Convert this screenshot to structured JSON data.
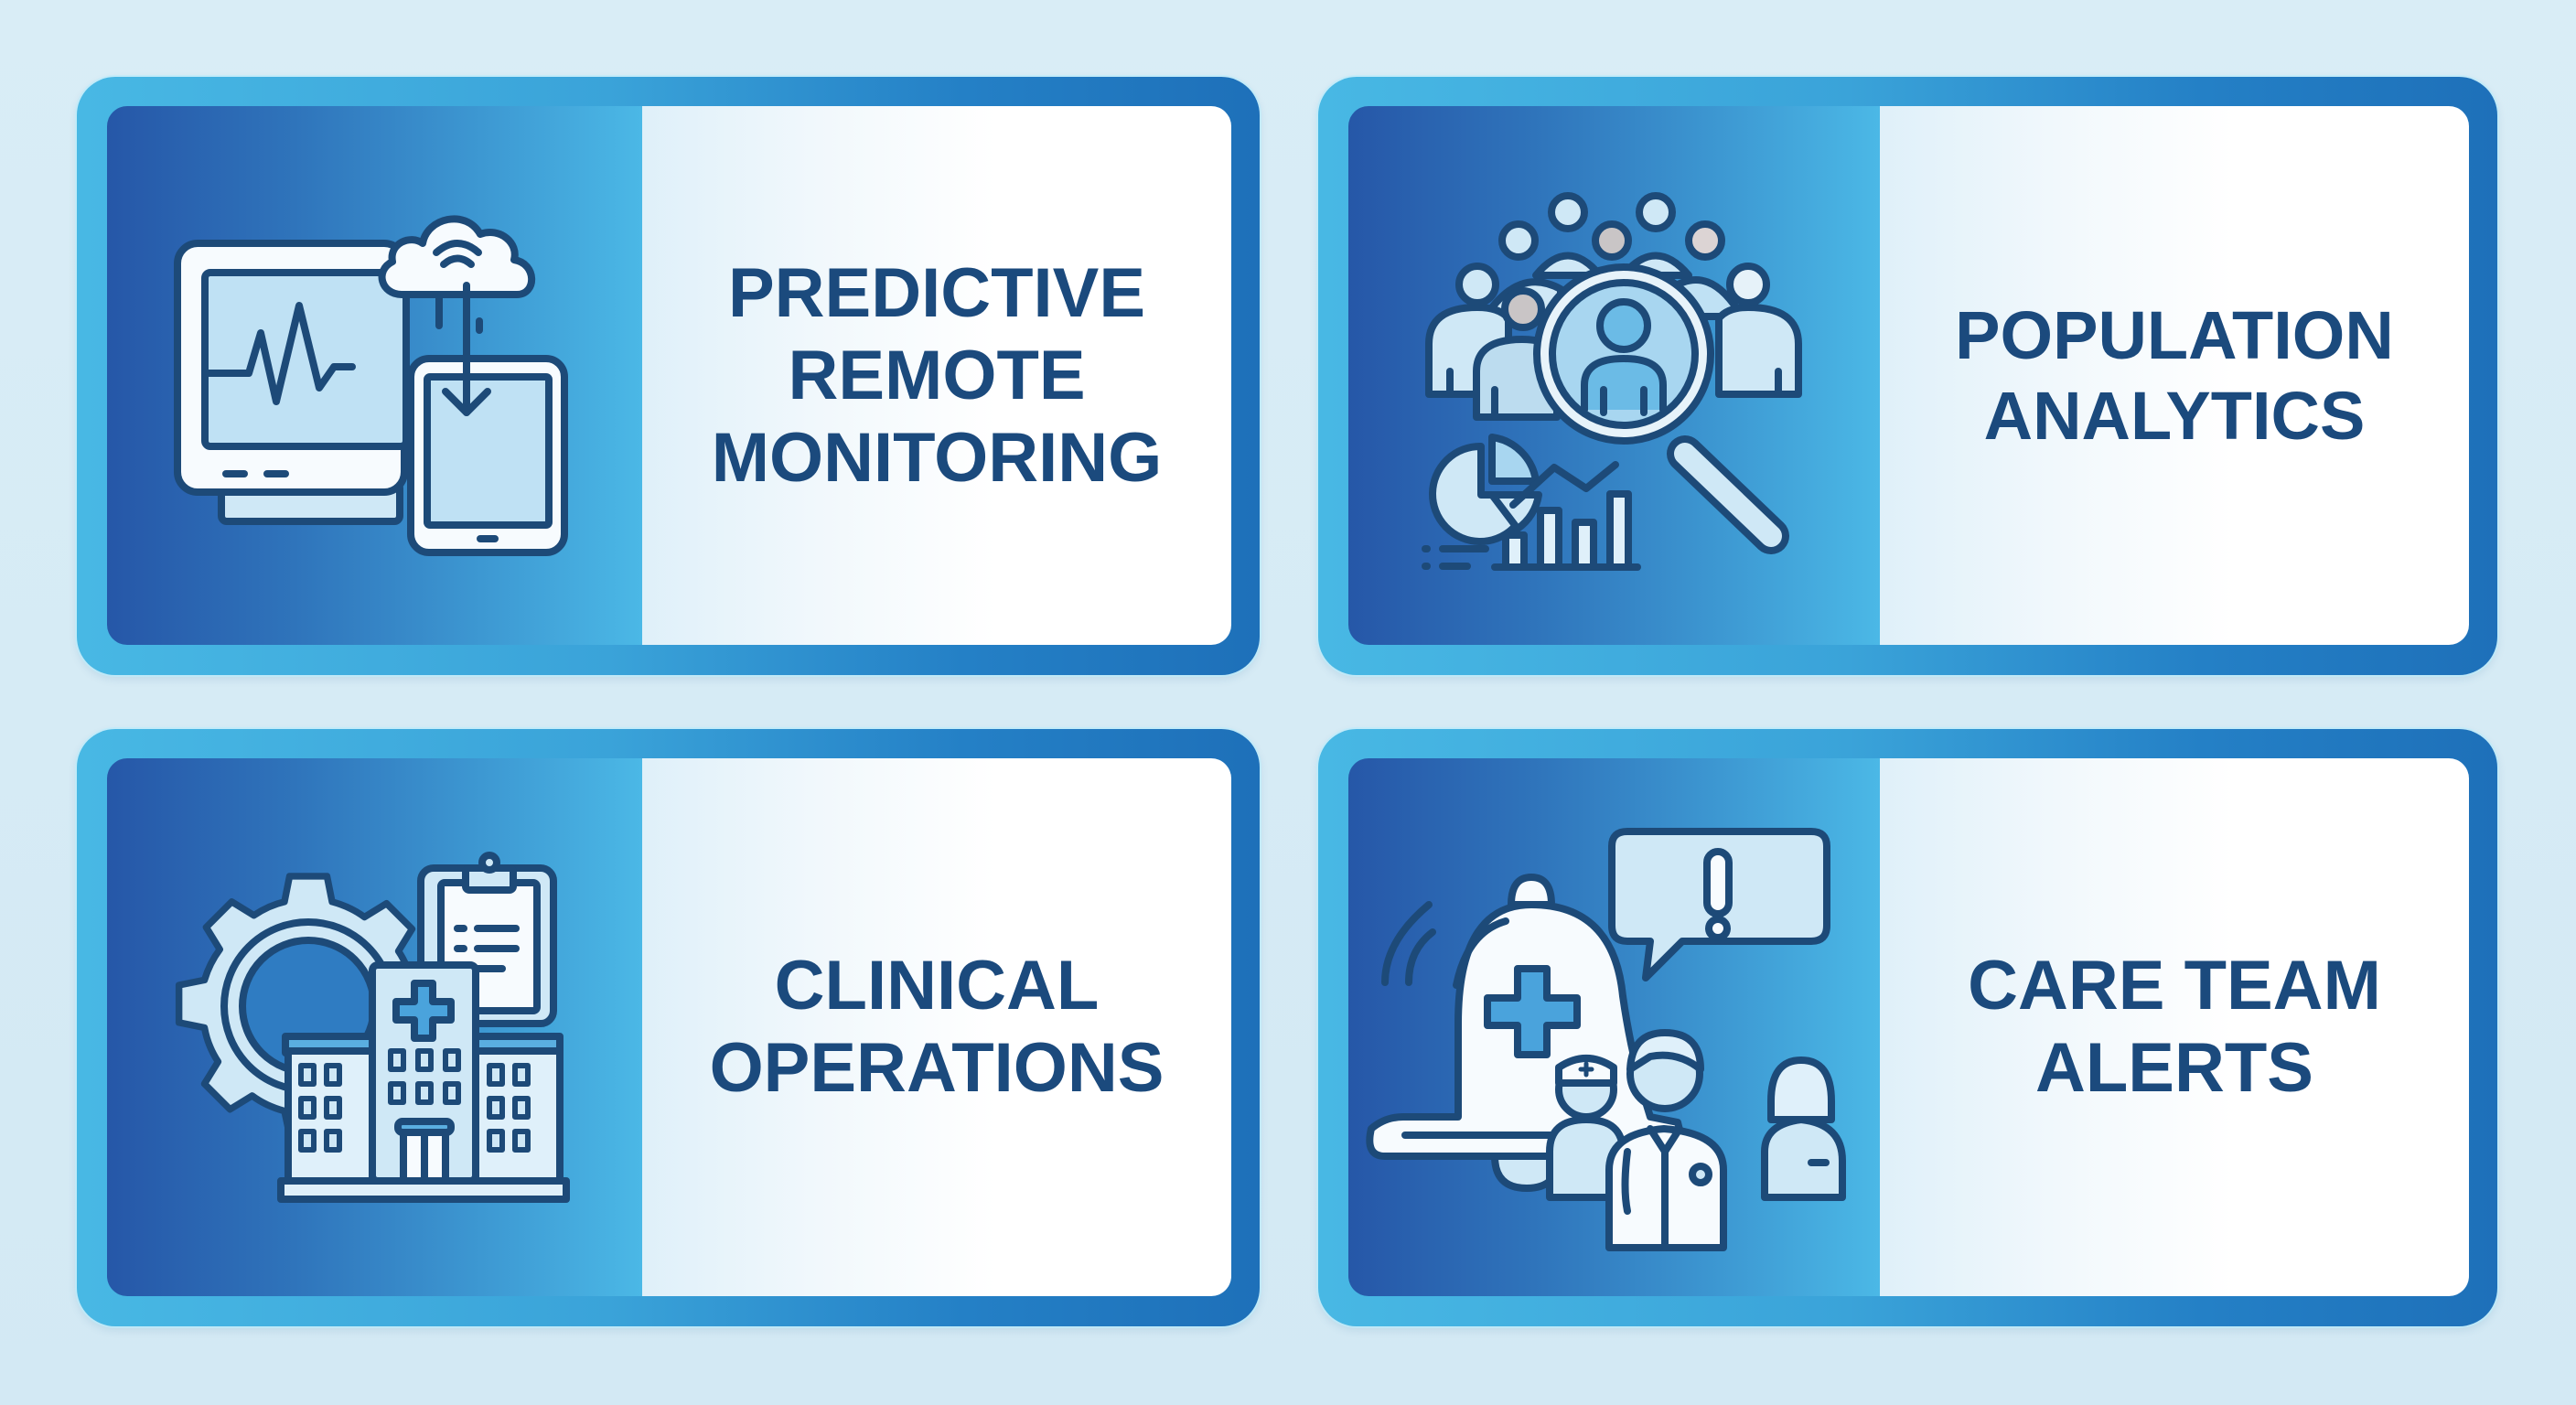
{
  "colors": {
    "background": "#d8ecf5",
    "frame_left": "#48b8e4",
    "frame_right": "#1e70b9",
    "icon_panel_left": "#2657a8",
    "icon_panel_right": "#4bb8e6",
    "text": "#1b4a7d",
    "icon_stroke": "#1d4a78",
    "icon_fill_light": "#cfe8f6",
    "icon_fill_white": "#f7fbfe"
  },
  "cards": [
    {
      "id": "predictive-remote-monitoring",
      "title_lines": [
        "PREDICTIVE",
        "REMOTE",
        "MONITORING"
      ],
      "icon": "monitor-cloud-tablet-icon"
    },
    {
      "id": "population-analytics",
      "title_lines": [
        "POPULATION",
        "ANALYTICS"
      ],
      "icon": "population-magnifier-charts-icon"
    },
    {
      "id": "clinical-operations",
      "title_lines": [
        "CLINICAL",
        "OPERATIONS"
      ],
      "icon": "gear-clipboard-hospital-icon"
    },
    {
      "id": "care-team-alerts",
      "title_lines": [
        "CARE TEAM",
        "ALERTS"
      ],
      "icon": "bell-alert-care-team-icon"
    }
  ]
}
